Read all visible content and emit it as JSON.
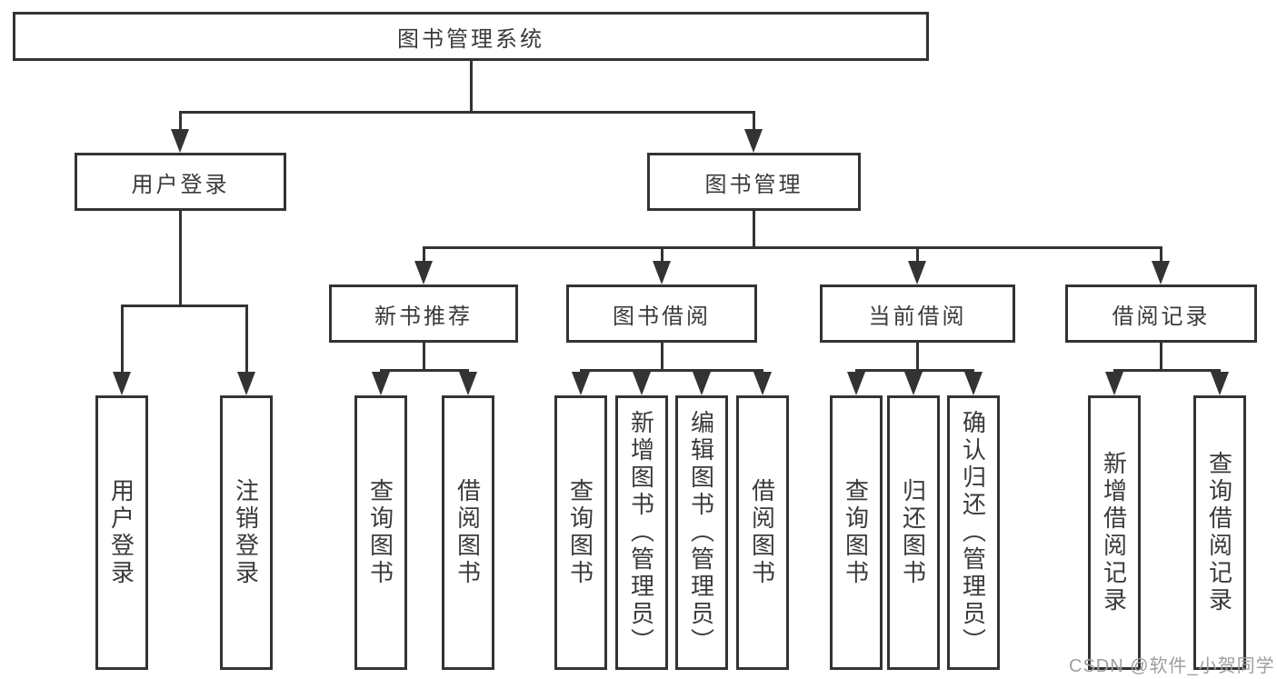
{
  "diagram": {
    "title": "图书管理系统",
    "nodes": {
      "root": "图书管理系统",
      "user_login": "用户登录",
      "book_mgmt": "图书管理",
      "new_book_rec": "新书推荐",
      "book_borrow": "图书借阅",
      "current_borrow": "当前借阅",
      "borrow_records": "借阅记录",
      "user_login_leaf": "用户登录",
      "logout_leaf": "注销登录",
      "nb_query_books": "查询图书",
      "nb_borrow_books": "借阅图书",
      "bb_query_books": "查询图书",
      "bb_add_books": "新增图书（管理员）",
      "bb_edit_books": "编辑图书（管理员）",
      "bb_borrow_books": "借阅图书",
      "cb_query_books": "查询图书",
      "cb_return_books": "归还图书",
      "cb_confirm_return": "确认归还（管理员）",
      "br_add_record": "新增借阅记录",
      "br_query_record": "查询借阅记录"
    },
    "watermark": "CSDN @软件_小贺同学",
    "colors": {
      "line": "#333333",
      "background": "#ffffff",
      "watermark": "#9e9e9e"
    }
  }
}
